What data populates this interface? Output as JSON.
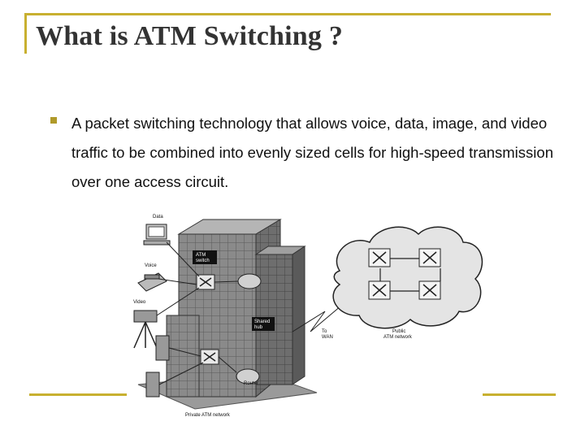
{
  "slide": {
    "title": "What is ATM Switching ?",
    "bullet": "A packet switching technology that allows voice, data, image, and video traffic to be combined into evenly sized cells for high-speed transmission over one access circuit."
  },
  "diagram": {
    "labels": {
      "data": "Data",
      "voice": "Voice",
      "video": "Video",
      "atm_switch_line1": "ATM",
      "atm_switch_line2": "switch",
      "shared_hub_line1": "Shared",
      "shared_hub_line2": "hub",
      "router": "Router",
      "to_wan_line1": "To",
      "to_wan_line2": "WAN",
      "public_atm_line1": "Public",
      "public_atm_line2": "ATM network",
      "private_atm": "Private ATM network"
    }
  },
  "colors": {
    "accent": "#c8b030",
    "title": "#333333"
  }
}
